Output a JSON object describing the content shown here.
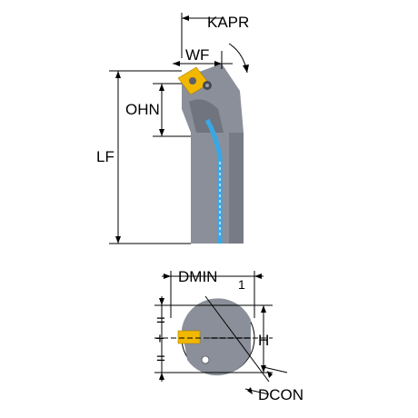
{
  "labels": {
    "kapr": "KAPR",
    "wf": "WF",
    "ohn": "OHN",
    "lf": "LF",
    "dmin": "DMIN",
    "dmin_sub": "1",
    "h": "H",
    "dcon": "DCON",
    "eq_top": "=",
    "eq_bottom": "=",
    "plus_mid": "+"
  },
  "colors": {
    "body_gray": "#8a8f99",
    "body_dark": "#6b707a",
    "insert_yellow": "#f2b800",
    "coolant_blue": "#39a7e6"
  }
}
